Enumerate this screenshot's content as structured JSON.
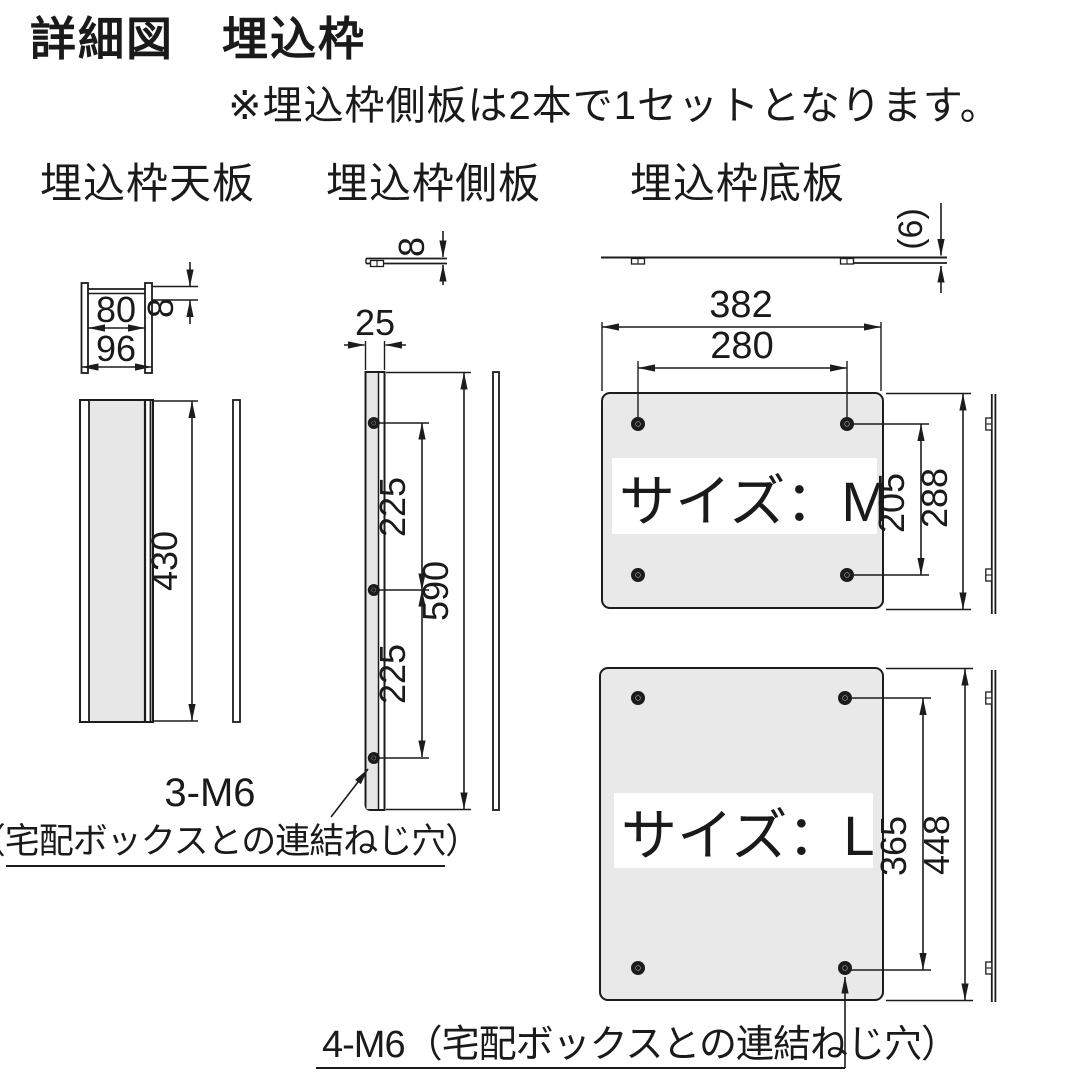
{
  "header": {
    "title": "詳細図　埋込枠",
    "note": "※埋込枠側板は2本で1セットとなります。"
  },
  "sections": {
    "top_plate": "埋込枠天板",
    "side_plate": "埋込枠側板",
    "bottom_plate": "埋込枠底板"
  },
  "top_plate": {
    "inner_width": "80",
    "outer_width": "96",
    "flange_height": "8",
    "length": "430"
  },
  "side_plate": {
    "width": "25",
    "thickness": "8",
    "upper_hole_pitch": "225",
    "lower_hole_pitch": "225",
    "length": "590",
    "screw_hole_code": "3-M6",
    "screw_hole_desc": "（宅配ボックスとの連結ねじ穴）"
  },
  "bottom_plate": {
    "thickness": "(6)",
    "size_m": {
      "width": "382",
      "hole_pitch_x": "280",
      "hole_pitch_y": "205",
      "depth": "288",
      "label": "サイズ：M"
    },
    "size_l": {
      "hole_pitch_y": "365",
      "depth": "448",
      "label": "サイズ：L"
    },
    "screw_hole_note": "4-M6（宅配ボックスとの連結ねじ穴）"
  },
  "colors": {
    "line": "#1c1c1c",
    "plate_fill": "#e9e9e9",
    "strip_fill": "#e7e7e7"
  }
}
